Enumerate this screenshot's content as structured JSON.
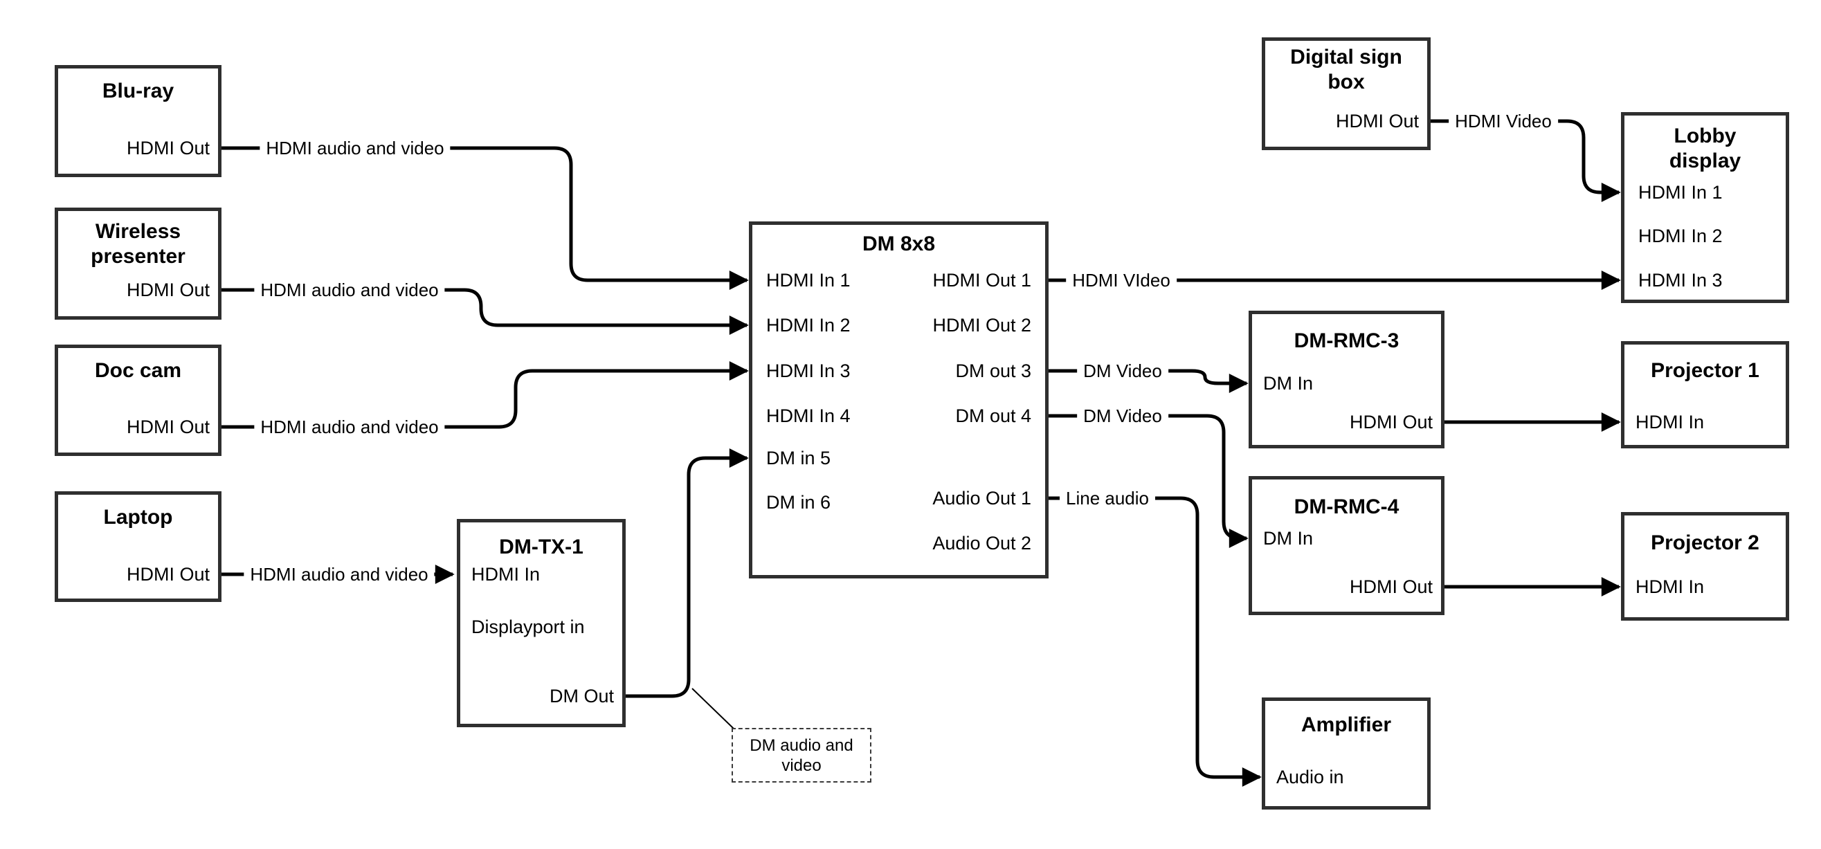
{
  "nodes": {
    "bluray": {
      "title": "Blu-ray",
      "hdmi_out": "HDMI Out"
    },
    "wireless": {
      "title": "Wireless presenter",
      "hdmi_out": "HDMI Out"
    },
    "doccam": {
      "title": "Doc cam",
      "hdmi_out": "HDMI Out"
    },
    "laptop": {
      "title": "Laptop",
      "hdmi_out": "HDMI Out"
    },
    "dmtx1": {
      "title": "DM-TX-1",
      "hdmi_in": "HDMI In",
      "displayport_in": "Displayport in",
      "dm_out": "DM Out"
    },
    "dm8x8": {
      "title": "DM 8x8",
      "in1": "HDMI In 1",
      "in2": "HDMI In 2",
      "in3": "HDMI In 3",
      "in4": "HDMI In 4",
      "in5": "DM in 5",
      "in6": "DM in 6",
      "out1": "HDMI Out 1",
      "out2": "HDMI Out 2",
      "out3": "DM out 3",
      "out4": "DM out 4",
      "audio1": "Audio Out 1",
      "audio2": "Audio Out 2"
    },
    "digitalsign": {
      "title": "Digital sign box",
      "hdmi_out": "HDMI Out"
    },
    "lobby": {
      "title": "Lobby display",
      "in1": "HDMI In 1",
      "in2": "HDMI In 2",
      "in3": "HDMI In 3"
    },
    "dmrmc3": {
      "title": "DM-RMC-3",
      "dm_in": "DM In",
      "hdmi_out": "HDMI Out"
    },
    "proj1": {
      "title": "Projector 1",
      "hdmi_in": "HDMI In"
    },
    "dmrmc4": {
      "title": "DM-RMC-4",
      "dm_in": "DM In",
      "hdmi_out": "HDMI Out"
    },
    "proj2": {
      "title": "Projector 2",
      "hdmi_in": "HDMI In"
    },
    "amp": {
      "title": "Amplifier",
      "audio_in": "Audio in"
    }
  },
  "edge_labels": {
    "bluray_hdmi": "HDMI audio and video",
    "wireless_hdmi": "HDMI audio and video",
    "doccam_hdmi": "HDMI audio and video",
    "laptop_hdmi": "HDMI audio and video",
    "out1_video": "HDMI VIdeo",
    "sign_video": "HDMI Video",
    "out3_dm": "DM Video",
    "out4_dm": "DM Video",
    "audio1_line": "Line audio",
    "dm_callout": "DM audio and video"
  },
  "colors": {
    "background": "#ffffff",
    "wire": "#000000",
    "node_border": "#2f2f2f",
    "text": "#000000"
  }
}
